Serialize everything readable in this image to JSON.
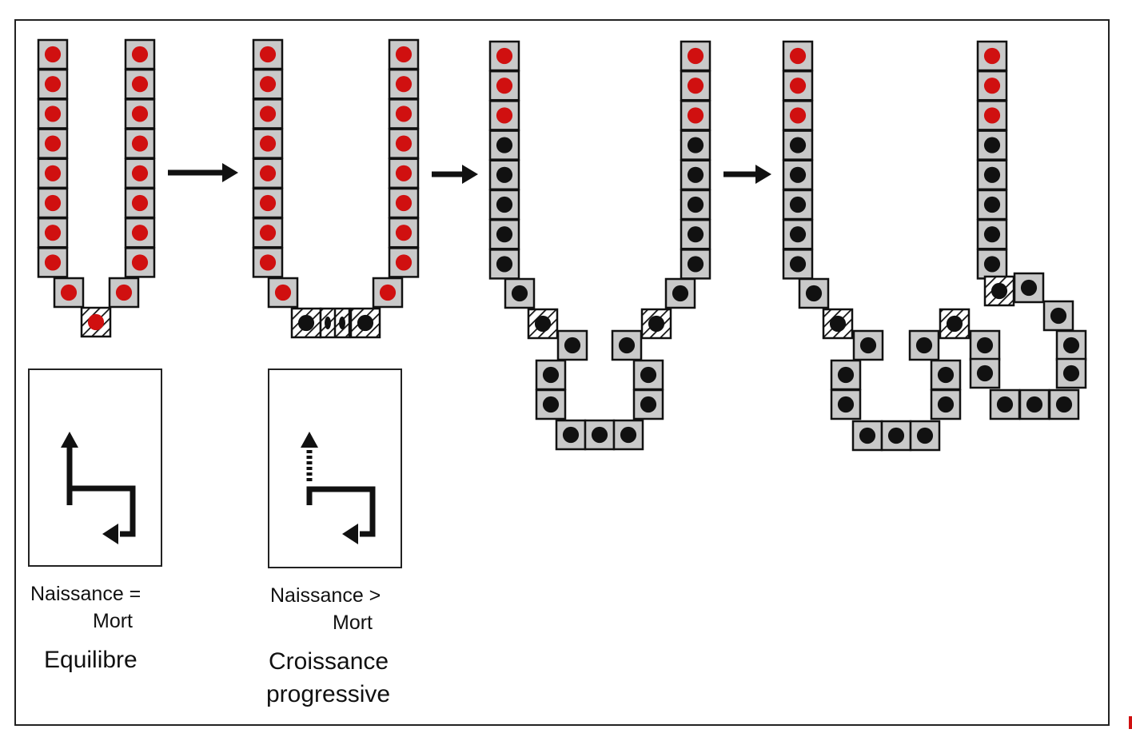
{
  "colors": {
    "cell_fill": "#c9c9c9",
    "cell_border": "#111111",
    "original_cell": "#d01010",
    "new_cell": "#111111",
    "arrow": "#111111"
  },
  "legend": {
    "equilibrium": {
      "condition_line1": "Naissance =",
      "condition_line2": "Mort",
      "label": "Equilibre"
    },
    "growth": {
      "condition_line1": "Naissance >",
      "condition_line2": "Mort",
      "label_line1": "Croissance",
      "label_line2": "progressive"
    }
  },
  "icons": [
    "right-arrow-icon",
    "dividing-cell-icon",
    "red-cell-icon",
    "black-cell-icon",
    "bent-arrow-icon",
    "dashed-arrow-icon"
  ]
}
